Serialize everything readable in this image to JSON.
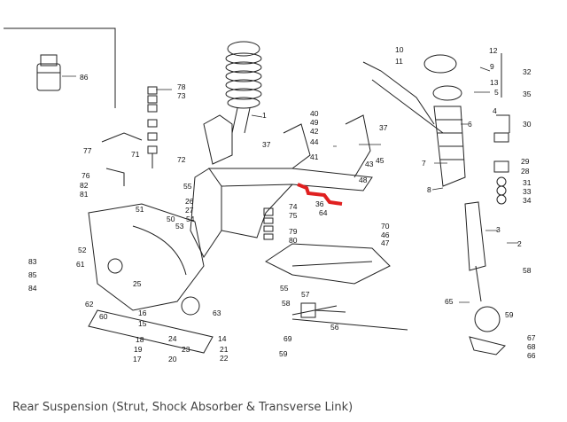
{
  "caption": "Rear Suspension (Strut, Shock Absorber & Transverse Link)",
  "colors": {
    "line": "#222222",
    "highlight": "#e02020",
    "caption": "#444444"
  },
  "callouts": [
    "1",
    "2",
    "3",
    "4",
    "5",
    "6",
    "7",
    "8",
    "9",
    "10",
    "11",
    "12",
    "13",
    "14",
    "15",
    "16",
    "17",
    "18",
    "19",
    "20",
    "21",
    "22",
    "23",
    "24",
    "25",
    "26",
    "27",
    "28",
    "29",
    "30",
    "31",
    "32",
    "33",
    "34",
    "35",
    "36",
    "37",
    "40",
    "41",
    "42",
    "43",
    "44",
    "45",
    "46",
    "47",
    "48",
    "49",
    "50",
    "51",
    "52",
    "53",
    "54",
    "55",
    "56",
    "57",
    "58",
    "59",
    "60",
    "61",
    "62",
    "63",
    "64",
    "65",
    "66",
    "67",
    "68",
    "69",
    "70",
    "71",
    "72",
    "73",
    "74",
    "75",
    "76",
    "77",
    "78",
    "79",
    "80",
    "81",
    "82",
    "83",
    "84",
    "85",
    "86"
  ],
  "labels": {
    "n1": "1",
    "n2": "2",
    "n3": "3",
    "n4": "4",
    "n5": "5",
    "n6": "6",
    "n7": "7",
    "n8": "8",
    "n9": "9",
    "n10": "10",
    "n11": "11",
    "n12": "12",
    "n13": "13",
    "n14": "14",
    "n15": "15",
    "n16": "16",
    "n17": "17",
    "n18": "18",
    "n19": "19",
    "n20": "20",
    "n21": "21",
    "n22": "22",
    "n23": "23",
    "n24": "24",
    "n25": "25",
    "n26": "26",
    "n27": "27",
    "n28": "28",
    "n29": "29",
    "n30": "30",
    "n31": "31",
    "n32": "32",
    "n33": "33",
    "n34": "34",
    "n35": "35",
    "n36": "36",
    "n37": "37",
    "n40": "40",
    "n41": "41",
    "n42": "42",
    "n43": "43",
    "n44": "44",
    "n45": "45",
    "n46": "46",
    "n47": "47",
    "n48": "48",
    "n49": "49",
    "n50": "50",
    "n51": "51",
    "n52": "52",
    "n53": "53",
    "n54": "54",
    "n55": "55",
    "n56": "56",
    "n57": "57",
    "n58": "58",
    "n59": "59",
    "n60": "60",
    "n61": "61",
    "n62": "62",
    "n63": "63",
    "n64": "64",
    "n65": "65",
    "n66": "66",
    "n67": "67",
    "n68": "68",
    "n69": "69",
    "n70": "70",
    "n71": "71",
    "n72": "72",
    "n73": "73",
    "n74": "74",
    "n75": "75",
    "n76": "76",
    "n77": "77",
    "n78": "78",
    "n79": "79",
    "n80": "80",
    "n81": "81",
    "n82": "82",
    "n83": "83",
    "n84": "84",
    "n85": "85",
    "n86": "86"
  }
}
